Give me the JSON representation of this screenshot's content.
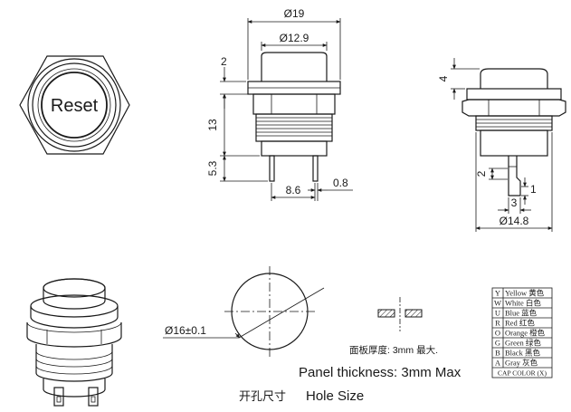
{
  "front_view": {
    "label": "Reset"
  },
  "side_view": {
    "dims": {
      "outer_diameter": "Ø19",
      "cap_diameter": "Ø12.9",
      "collar_height": "2",
      "body_height": "13",
      "terminal_length": "5.3",
      "terminal_spacing": "8.6",
      "terminal_thickness": "0.8"
    }
  },
  "right_view": {
    "dims": {
      "cap_height": "4",
      "terminal_step": "2",
      "terminal_tip": "1",
      "terminal_width": "3",
      "thread_diameter": "Ø14.8"
    }
  },
  "hole": {
    "diameter": "Ø16±0.1",
    "panel_cn": "面板厚度: 3mm 最大.",
    "panel_en": "Panel thickness: 3mm Max",
    "hole_cn": "开孔尺寸",
    "hole_en": "Hole Size"
  },
  "color_table": {
    "rows": [
      {
        "code": "Y",
        "name": "Yellow 黄色"
      },
      {
        "code": "W",
        "name": "White 白色"
      },
      {
        "code": "U",
        "name": "Blue  蓝色"
      },
      {
        "code": "R",
        "name": "Red  红色"
      },
      {
        "code": "O",
        "name": "Orange 橙色"
      },
      {
        "code": "G",
        "name": "Green 绿色"
      },
      {
        "code": "B",
        "name": "Black 黑色"
      },
      {
        "code": "A",
        "name": "Gray  灰色"
      }
    ],
    "footer": "CAP COLOR (X)"
  }
}
